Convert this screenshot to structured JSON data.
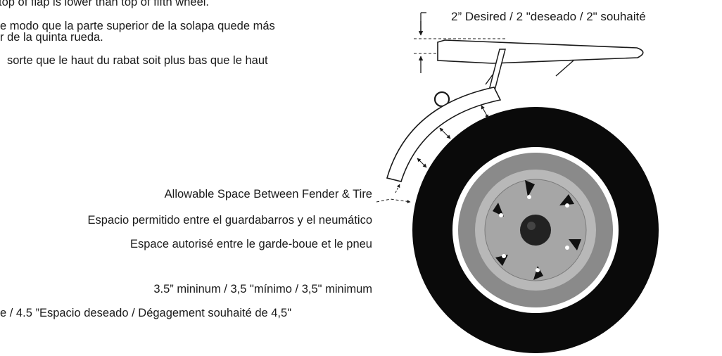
{
  "instructions": {
    "line_en": "top of flap is lower than top of fifth wheel.",
    "line_es_1": "e modo que la parte superior de la solapa quede más",
    "line_es_2": "r de la quinta rueda.",
    "line_fr": "sorte que le haut du rabat soit plus bas que le haut"
  },
  "flap_clearance": {
    "label": "2” Desired / 2 \"deseado / 2\" souhaité"
  },
  "fender_space": {
    "label_en": "Allowable Space Between Fender & Tire",
    "label_es": "Espacio permitido entre el guardabarros y el neumático",
    "label_fr": "Espace autorisé entre le garde-boue et le pneu"
  },
  "minimum": {
    "label": "3.5” mininum / 3,5 \"mínimo / 3,5\" minimum",
    "desired": "e / 4.5 ”Espacio deseado / Dégagement souhaité de 4,5\""
  },
  "colors": {
    "tire": "#0a0a0a",
    "sidewall_ring": "#8a8a8a",
    "rim": "#b8b8b8",
    "hub": "#222222",
    "white_ring": "#ffffff"
  },
  "icons": [
    "dimension-arrow-icon",
    "wheel-icon",
    "fender-icon"
  ]
}
